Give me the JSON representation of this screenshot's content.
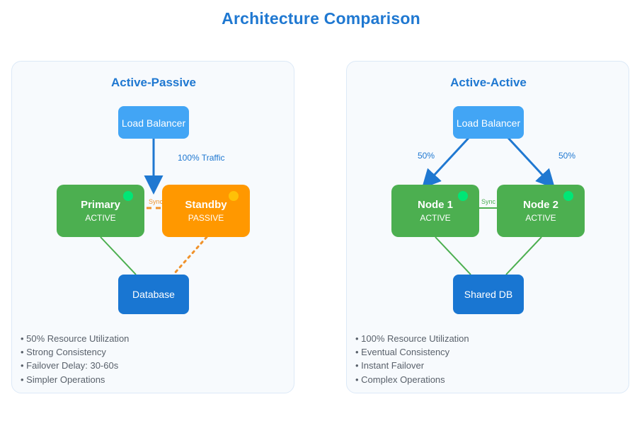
{
  "title": "Architecture Comparison",
  "colors": {
    "title": "#1f78d1",
    "panel_bg": "#f7fafd",
    "panel_border": "#dce9f7",
    "load_balancer": "#42a5f5",
    "active_node": "#4caf50",
    "standby_node": "#ff9800",
    "database": "#1976d2",
    "arrow": "#1f78d1",
    "status_active": "#00e676",
    "status_passive": "#ffc107",
    "sync_passive": "#f0922b",
    "sync_active": "#4caf50",
    "bullet_text": "#59616b"
  },
  "panels": [
    {
      "id": "active-passive",
      "heading": "Active-Passive",
      "load_balancer": {
        "label": "Load Balancer"
      },
      "traffic_labels": [
        {
          "text": "100% Traffic"
        }
      ],
      "sync": {
        "label": "Sync",
        "style": "dashed",
        "color": "#f0922b"
      },
      "nodes": [
        {
          "id": "primary",
          "title": "Primary",
          "status": "ACTIVE",
          "color": "#4caf50",
          "dot": "#00e676"
        },
        {
          "id": "standby",
          "title": "Standby",
          "status": "PASSIVE",
          "color": "#ff9800",
          "dot": "#ffc107"
        }
      ],
      "database": {
        "label": "Database"
      },
      "bullets": [
        "• 50% Resource Utilization",
        "• Strong Consistency",
        "• Failover Delay: 30-60s",
        "• Simpler Operations"
      ]
    },
    {
      "id": "active-active",
      "heading": "Active-Active",
      "load_balancer": {
        "label": "Load Balancer"
      },
      "traffic_labels": [
        {
          "text": "50%"
        },
        {
          "text": "50%"
        }
      ],
      "sync": {
        "label": "Sync",
        "style": "solid",
        "color": "#4caf50"
      },
      "nodes": [
        {
          "id": "node-1",
          "title": "Node 1",
          "status": "ACTIVE",
          "color": "#4caf50",
          "dot": "#00e676"
        },
        {
          "id": "node-2",
          "title": "Node 2",
          "status": "ACTIVE",
          "color": "#4caf50",
          "dot": "#00e676"
        }
      ],
      "database": {
        "label": "Shared DB"
      },
      "bullets": [
        "• 100% Resource Utilization",
        "• Eventual Consistency",
        "• Instant Failover",
        "• Complex Operations"
      ]
    }
  ]
}
